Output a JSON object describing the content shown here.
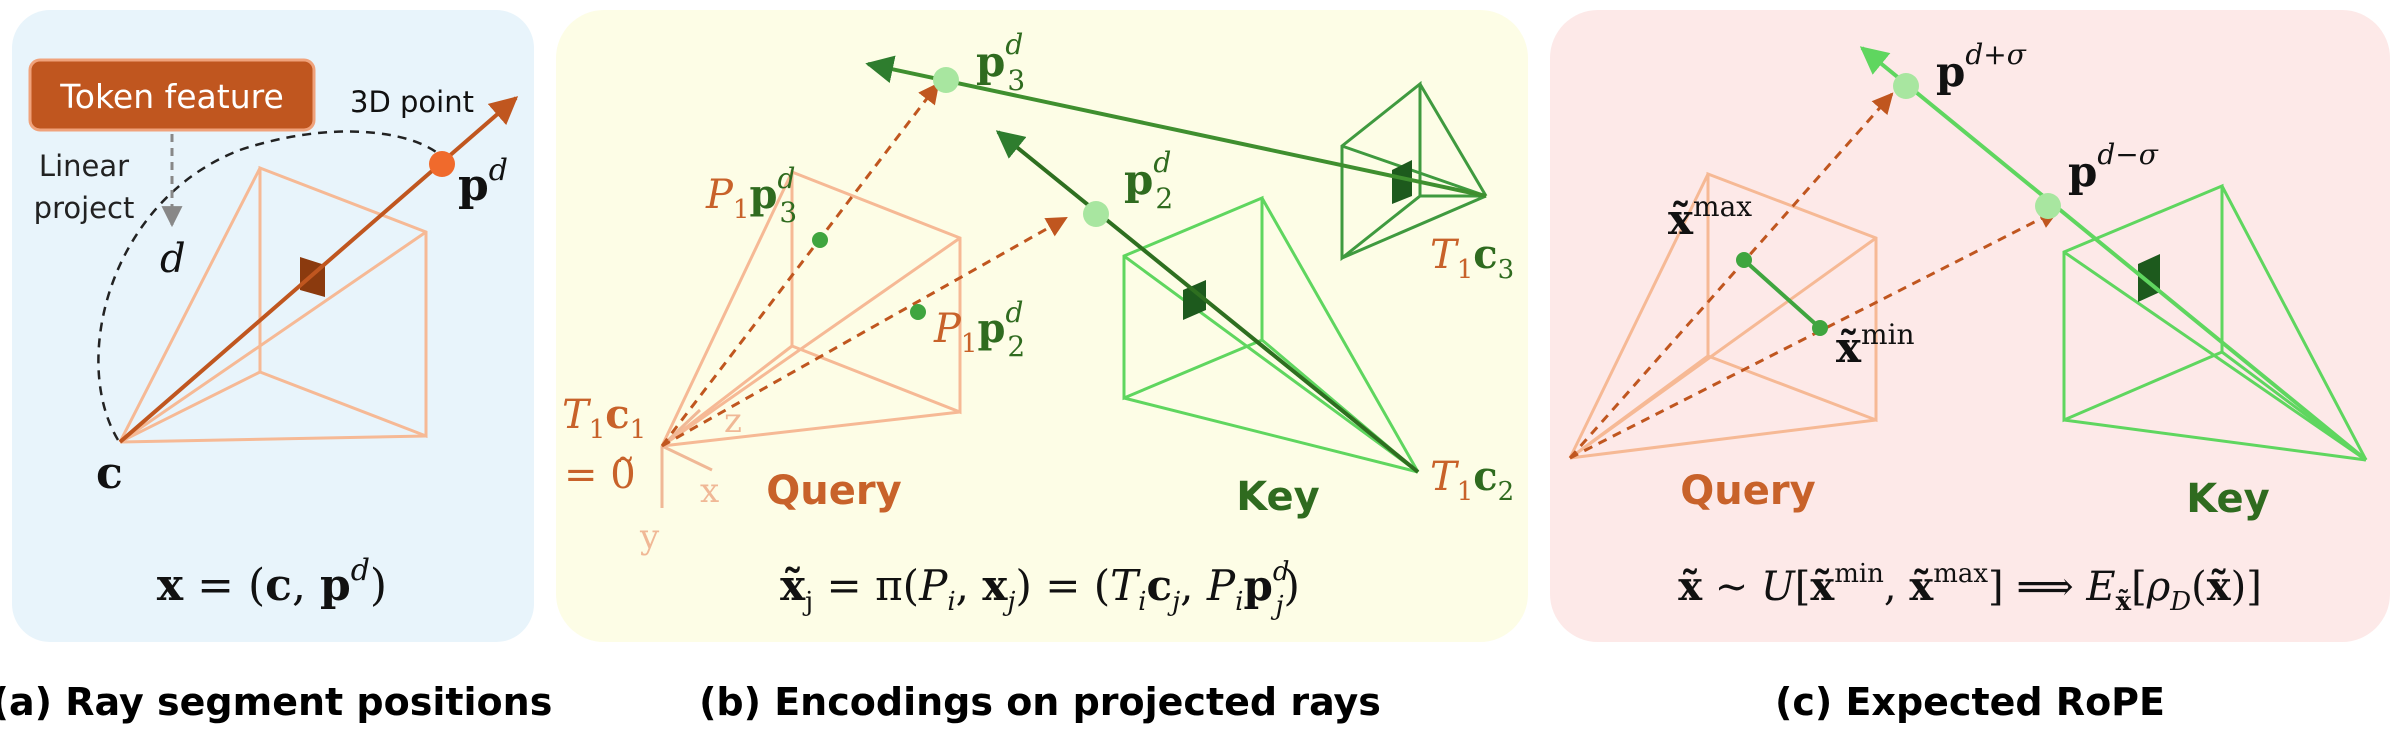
{
  "colors": {
    "panel_a": "#e8f4fb",
    "panel_b": "#fdfde6",
    "panel_c": "#fde9e8",
    "orange_light": "#f6b995",
    "orange_dark": "#c0561f",
    "orange_text": "#c8622a",
    "green_dark": "#2e7d2e",
    "green_light": "#5fd65f",
    "green_text": "#2f6b1f",
    "point_light": "#a8e6a0",
    "point_orange": "#f06a2c"
  },
  "panel_a": {
    "token_feature": "Token feature",
    "point_label": "3D point",
    "linear_project_1": "Linear",
    "linear_project_2": "project",
    "d": "d",
    "c": "c",
    "p_base": "p",
    "p_sup": "d",
    "formula": {
      "lhs": "x",
      "eq": " = (",
      "c": "c",
      "comma": ", ",
      "p": "p",
      "sup": "d",
      "close": ")"
    },
    "caption": "(a) Ray segment positions"
  },
  "panel_b": {
    "p3": {
      "base": "p",
      "sub": "3",
      "sup": "d"
    },
    "p2": {
      "base": "p",
      "sub": "2",
      "sup": "d"
    },
    "P1p3": {
      "P": "P",
      "Psub": "1",
      "base": "p",
      "sub": "3",
      "sup": "d"
    },
    "P1p2": {
      "P": "P",
      "Psub": "1",
      "base": "p",
      "sub": "2",
      "sup": "d"
    },
    "T1c1": {
      "T": "T",
      "Tsub": "1",
      "c": "c",
      "csub": "1"
    },
    "zero_eq": "= 0̃",
    "T1c3": {
      "T": "T",
      "Tsub": "1",
      "c": "c",
      "csub": "3"
    },
    "T1c2": {
      "T": "T",
      "Tsub": "1",
      "c": "c",
      "csub": "2"
    },
    "axis_x": "x",
    "axis_y": "y",
    "axis_z": "z",
    "query": "Query",
    "key": "Key",
    "formula": {
      "x": "x̃",
      "xsub": "j",
      "eq": " = π(",
      "P": "P",
      "Psub": "i",
      "comma": ", ",
      "x2": "x",
      "x2sub": "j",
      "mid": ") = (",
      "T": "T",
      "Tsub": "i",
      "c": "c",
      "csub": "j",
      "comma2": ", ",
      "P2": "P",
      "P2sub": "i",
      "p": "p",
      "psub": "j",
      "psup": "d",
      "close": ")"
    },
    "caption": "(b) Encodings on projected rays"
  },
  "panel_c": {
    "pplus": {
      "base": "p",
      "sup": "d+σ"
    },
    "pminus": {
      "base": "p",
      "sup": "d−σ"
    },
    "xmax": {
      "base": "x̃",
      "sup": "max"
    },
    "xmin": {
      "base": "x̃",
      "sup": "min"
    },
    "query": "Query",
    "key": "Key",
    "formula": {
      "x": "x̃",
      "sim": " ∼ ",
      "U": "U",
      "open": "[",
      "xmin": "x̃",
      "min": "min",
      "comma": ", ",
      "xmax": "x̃",
      "max": "max",
      "implies": "] ⟹ ",
      "E": "E",
      "Esub": "x̃",
      "open2": "[",
      "rho": "ρ",
      "rhosub": "D",
      "paren": "(",
      "x2": "x̃",
      "close": ")]"
    },
    "caption": "(c) Expected RoPE"
  }
}
